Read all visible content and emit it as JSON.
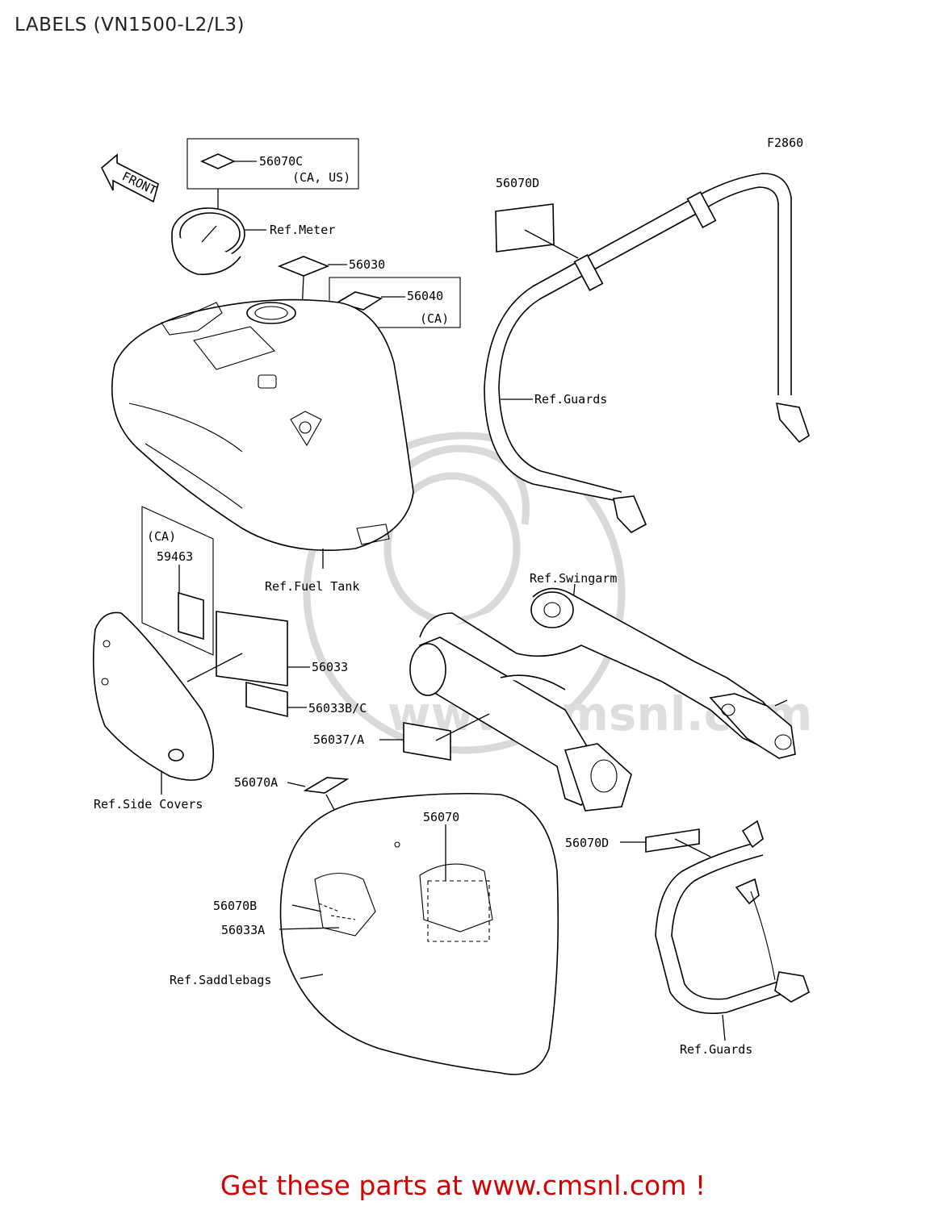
{
  "title": "LABELS (VN1500-L2/L3)",
  "figure_code": "F2860",
  "front_marker": "FRONT",
  "watermark": "www.cmsnl.com",
  "labels": {
    "l_56070c": "56070C",
    "l_ca_us": "(CA, US)",
    "l_ref_meter": "Ref.Meter",
    "l_56030": "56030",
    "l_56040": "56040",
    "l_ca_56040": "(CA)",
    "l_56070d_top": "56070D",
    "l_ref_guards_top": "Ref.Guards",
    "l_ref_fuel_tank": "Ref.Fuel Tank",
    "l_ca_59463": "(CA)",
    "l_59463": "59463",
    "l_56033": "56033",
    "l_56033bc": "56033B/C",
    "l_ref_swingarm": "Ref.Swingarm",
    "l_56037a": "56037/A",
    "l_56070a": "56070A",
    "l_ref_side_covers": "Ref.Side Covers",
    "l_56070": "56070",
    "l_56070d_bottom": "56070D",
    "l_56070b": "56070B",
    "l_56033a": "56033A",
    "l_ref_saddlebags": "Ref.Saddlebags",
    "l_ref_guards_bottom": "Ref.Guards"
  },
  "footer": "Get these parts at www.cmsnl.com !"
}
